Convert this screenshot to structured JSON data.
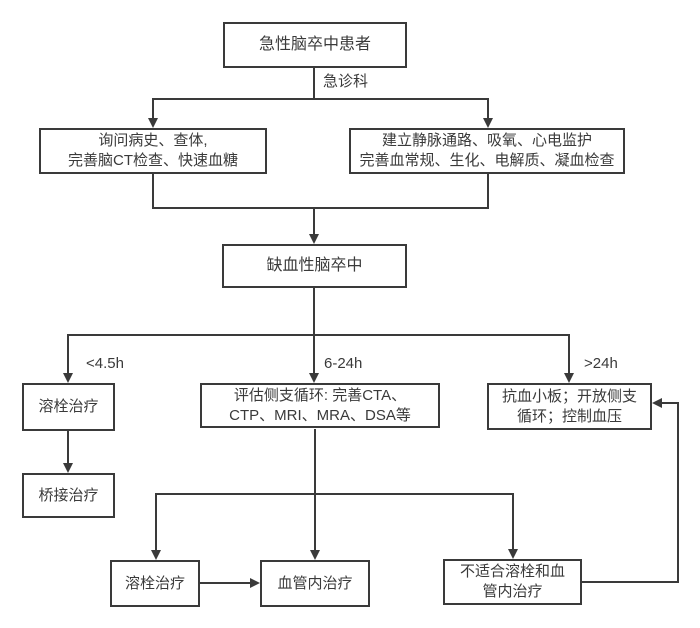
{
  "flow": {
    "nodes": {
      "patient": {
        "line1": "急性脑卒中患者"
      },
      "exam": {
        "line1": "询问病史、查体,",
        "line2": "完善脑CT检查、快速血糖"
      },
      "prep": {
        "line1": "建立静脉通路、吸氧、心电监护",
        "line2": "完善血常规、生化、电解质、凝血检查"
      },
      "ischemic": {
        "line1": "缺血性脑卒中"
      },
      "thrombolysis_early": {
        "line1": "溶栓治疗"
      },
      "collateral": {
        "line1": "评估侧支循环: 完善CTA、",
        "line2": "CTP、MRI、MRA、DSA等"
      },
      "antiplatelet": {
        "line1": "抗血小板；开放侧支",
        "line2": "循环；控制血压"
      },
      "bridging": {
        "line1": "桥接治疗"
      },
      "thrombolysis_late": {
        "line1": "溶栓治疗"
      },
      "endovascular": {
        "line1": "血管内治疗"
      },
      "unsuitable": {
        "line1": "不适合溶栓和血",
        "line2": "管内治疗"
      }
    },
    "edge_labels": {
      "emergency_dept": "急诊科",
      "under_4_5h": "<4.5h",
      "from_6_to_24h": "6-24h",
      "over_24h": ">24h"
    },
    "edges": [
      {
        "from": "patient",
        "to": "exam",
        "label": "急诊科"
      },
      {
        "from": "patient",
        "to": "prep",
        "label": "急诊科"
      },
      {
        "from": "exam",
        "to": "ischemic"
      },
      {
        "from": "prep",
        "to": "ischemic"
      },
      {
        "from": "ischemic",
        "to": "thrombolysis_early",
        "label": "<4.5h"
      },
      {
        "from": "ischemic",
        "to": "collateral",
        "label": "6-24h"
      },
      {
        "from": "ischemic",
        "to": "antiplatelet",
        "label": ">24h"
      },
      {
        "from": "thrombolysis_early",
        "to": "bridging"
      },
      {
        "from": "collateral",
        "to": "thrombolysis_late"
      },
      {
        "from": "collateral",
        "to": "endovascular"
      },
      {
        "from": "collateral",
        "to": "unsuitable"
      },
      {
        "from": "thrombolysis_late",
        "to": "endovascular"
      },
      {
        "from": "unsuitable",
        "to": "antiplatelet"
      }
    ],
    "colors": {
      "line": "#3a3a3a",
      "text": "#3a3a3a",
      "background": "#ffffff"
    }
  }
}
